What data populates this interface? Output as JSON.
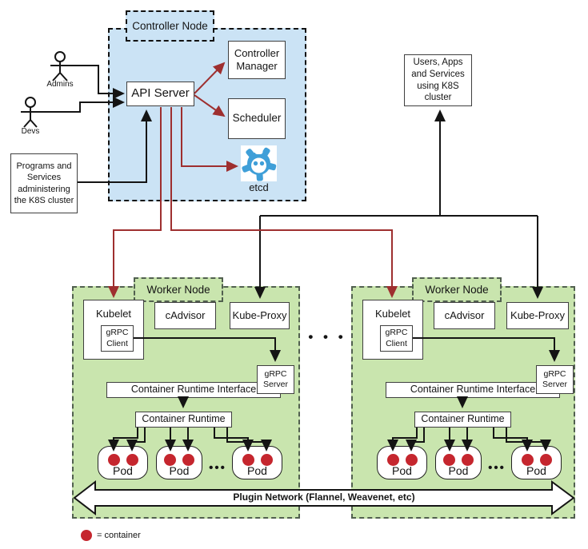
{
  "controller": {
    "tab": "Controller Node",
    "api_server": "API Server",
    "controller_manager": "Controller Manager",
    "scheduler": "Scheduler",
    "etcd": "etcd"
  },
  "actors": {
    "admins": "Admins",
    "devs": "Devs"
  },
  "left_note": "Programs and Services administering the K8S cluster",
  "right_note": "Users, Apps and Services using K8S cluster",
  "workers": [
    {
      "tab": "Worker Node",
      "kubelet": "Kubelet",
      "grpc_client": "gRPC Client",
      "cadvisor": "cAdvisor",
      "kube_proxy": "Kube-Proxy",
      "grpc_server": "gRPC Server",
      "cri": "Container Runtime Interface",
      "container_runtime": "Container Runtime",
      "pods": [
        "Pod",
        "Pod",
        "Pod"
      ],
      "pod_ellipsis": "•••"
    },
    {
      "tab": "Worker Node",
      "kubelet": "Kubelet",
      "grpc_client": "gRPC Client",
      "cadvisor": "cAdvisor",
      "kube_proxy": "Kube-Proxy",
      "grpc_server": "gRPC Server",
      "cri": "Container Runtime Interface",
      "container_runtime": "Container Runtime",
      "pods": [
        "Pod",
        "Pod",
        "Pod"
      ],
      "pod_ellipsis": "•••"
    }
  ],
  "worker_ellipsis": "• • •",
  "plugin_network": "Plugin Network (Flannel, Weavenet, etc)",
  "legend": "= container",
  "colors": {
    "controller_fill": "#cbe3f5",
    "worker_fill": "#c9e5ae",
    "wire_black": "#141414",
    "wire_red": "#9e2f2f",
    "container_dot": "#c5262e",
    "etcd_blue": "#3f9fd8"
  }
}
